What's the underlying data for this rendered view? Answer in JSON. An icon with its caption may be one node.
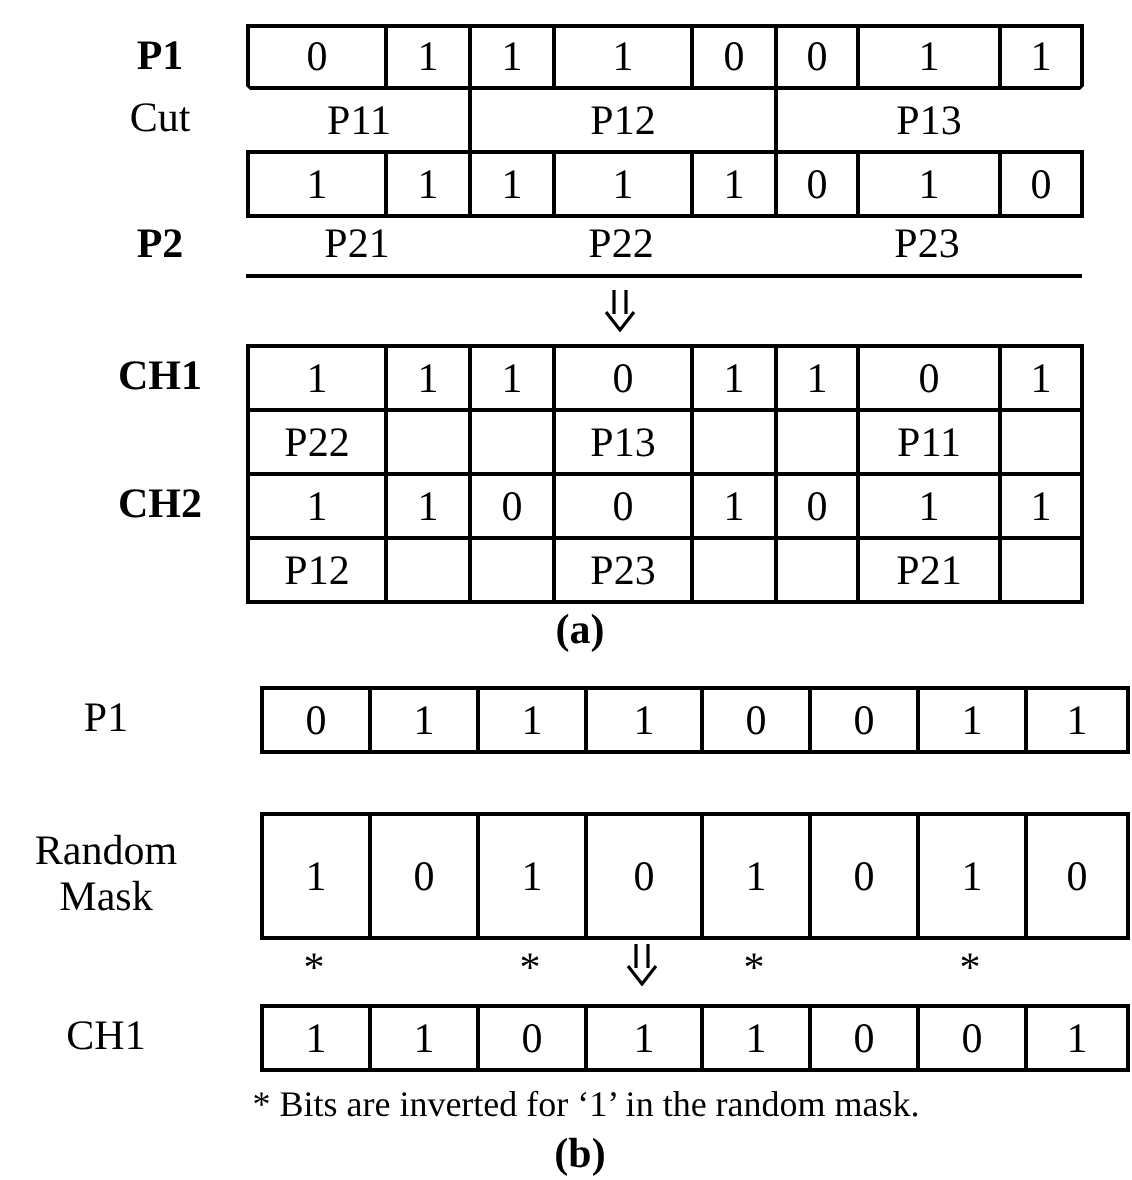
{
  "diagram": {
    "labels": [
      "P1",
      "0",
      "1",
      "1",
      "1",
      "0",
      "0",
      "1",
      "1",
      "Cut",
      "P11",
      "P12",
      "P13",
      "1",
      "1",
      "1",
      "1",
      "1",
      "0",
      "1",
      "0",
      "P2",
      "P21",
      "P22",
      "P23",
      "CH1",
      "1",
      "1",
      "1",
      "0",
      "1",
      "1",
      "0",
      "1",
      "P22",
      "P13",
      "P11",
      "CH2",
      "1",
      "1",
      "0",
      "0",
      "1",
      "0",
      "1",
      "1",
      "P12",
      "P23",
      "P21",
      "(a)",
      "P1",
      "0",
      "1",
      "1",
      "1",
      "0",
      "0",
      "1",
      "1",
      "Random Mask",
      "1",
      "0",
      "1",
      "0",
      "1",
      "0",
      "1",
      "0",
      "*",
      "*",
      "*",
      "*",
      "CH1",
      "1",
      "1",
      "0",
      "1",
      "1",
      "0",
      "0",
      "1",
      "* Bits are inverted for ‘1’ in the random mask.",
      "(b)"
    ]
  }
}
